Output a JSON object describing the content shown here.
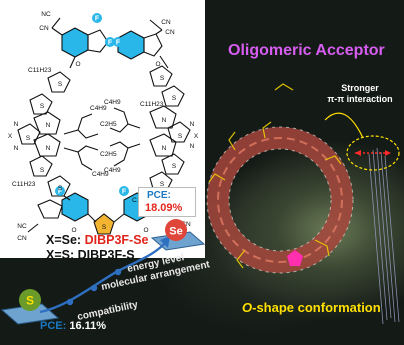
{
  "legend": {
    "line1_prefix": "X=Se:",
    "line1_name": "DIBP3F-Se",
    "line2_prefix": "X=S:",
    "line2_name": "DIBP3F-S"
  },
  "title": "Oligomeric Acceptor",
  "interaction": {
    "line1": "Stronger",
    "line2": "π-π interaction"
  },
  "conformation": {
    "letter": "O",
    "rest": "-shape conformation"
  },
  "pce_se": {
    "label": "PCE:",
    "value": "18.09%"
  },
  "pce_s": {
    "label": "PCE:",
    "value": "16.11%"
  },
  "badges": {
    "se": "Se",
    "s": "S"
  },
  "factors": [
    "energy level",
    "molecular arrangement",
    "compatibility"
  ],
  "molecule": {
    "cn": "CN",
    "nc": "NC",
    "o": "O",
    "f": "F",
    "s": "S",
    "n": "N",
    "x": "X",
    "c11": "C11H23",
    "c4": "C4H9",
    "c2": "C2H5"
  },
  "colors": {
    "accent_cyan": "#29b6e8",
    "pentagon": "#f2b431",
    "red": "#e1251b",
    "purple": "#d65df0",
    "yellow": "#ffe000"
  }
}
